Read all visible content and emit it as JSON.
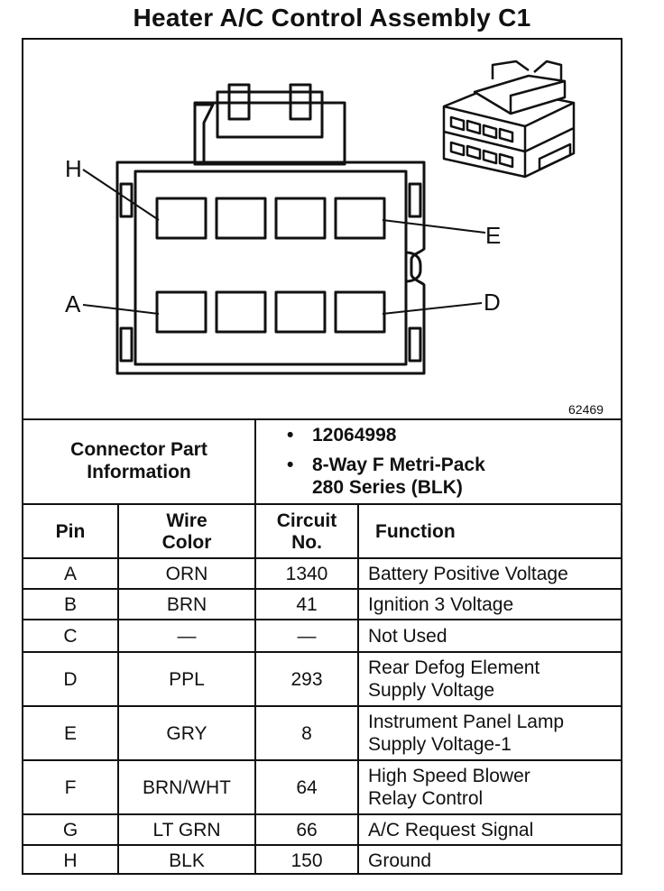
{
  "title": "Heater A/C Control Assembly C1",
  "figure_number": "62469",
  "pin_callouts": {
    "H": "H",
    "E": "E",
    "A": "A",
    "D": "D"
  },
  "connector_info": {
    "label_line1": "Connector Part",
    "label_line2": "Information",
    "bullet": "•",
    "part_number": "12064998",
    "type_line1": "8-Way F Metri-Pack",
    "type_line2": "280 Series (BLK)"
  },
  "table": {
    "headers": {
      "pin": "Pin",
      "wire_color_1": "Wire",
      "wire_color_2": "Color",
      "circuit_1": "Circuit",
      "circuit_2": "No.",
      "function": "Function"
    },
    "rows": [
      {
        "pin": "A",
        "color": "ORN",
        "circuit": "1340",
        "f1": "Battery Positive Voltage",
        "f2": ""
      },
      {
        "pin": "B",
        "color": "BRN",
        "circuit": "41",
        "f1": "Ignition 3 Voltage",
        "f2": ""
      },
      {
        "pin": "C",
        "color": "—",
        "circuit": "—",
        "f1": "Not Used",
        "f2": ""
      },
      {
        "pin": "D",
        "color": "PPL",
        "circuit": "293",
        "f1": "Rear Defog Element",
        "f2": "Supply Voltage"
      },
      {
        "pin": "E",
        "color": "GRY",
        "circuit": "8",
        "f1": "Instrument Panel Lamp",
        "f2": "Supply Voltage-1"
      },
      {
        "pin": "F",
        "color": "BRN/WHT",
        "circuit": "64",
        "f1": "High Speed Blower",
        "f2": "Relay Control"
      },
      {
        "pin": "G",
        "color": "LT GRN",
        "circuit": "66",
        "f1": "A/C Request Signal",
        "f2": ""
      },
      {
        "pin": "H",
        "color": "BLK",
        "circuit": "150",
        "f1": "Ground",
        "f2": ""
      }
    ]
  }
}
